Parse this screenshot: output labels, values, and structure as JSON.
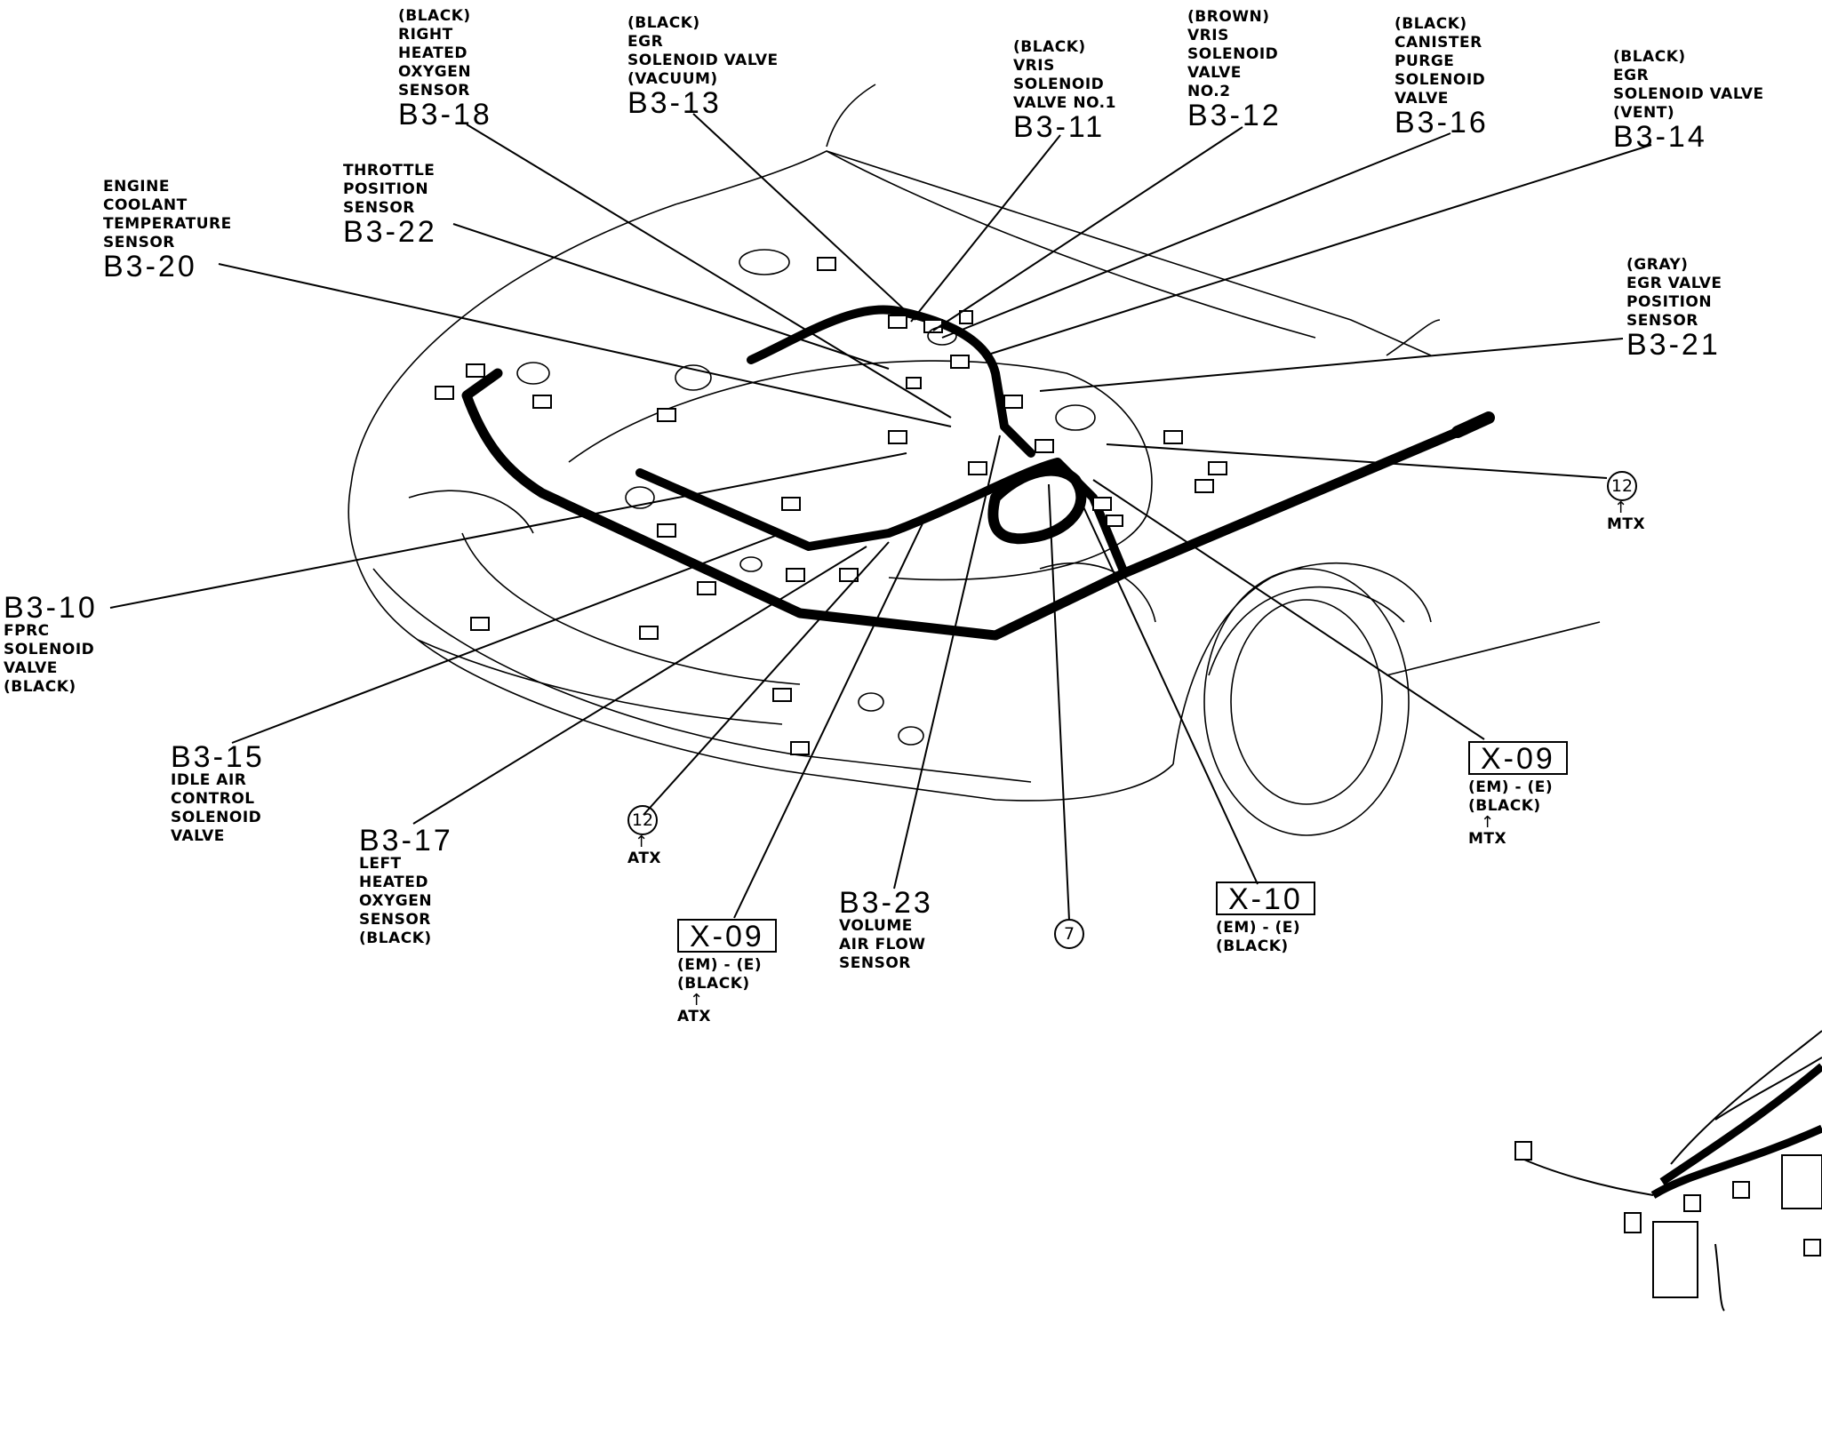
{
  "labels": {
    "b3_18": {
      "desc": [
        "(BLACK)",
        "RIGHT",
        "HEATED",
        "OXYGEN",
        "SENSOR"
      ],
      "code": "B3-18"
    },
    "b3_13": {
      "desc": [
        "(BLACK)",
        "EGR",
        "SOLENOID VALVE",
        "(VACUUM)"
      ],
      "code": "B3-13"
    },
    "b3_11": {
      "desc": [
        "(BLACK)",
        "VRIS",
        "SOLENOID",
        "VALVE NO.1"
      ],
      "code": "B3-11"
    },
    "b3_12": {
      "desc": [
        "(BROWN)",
        "VRIS",
        "SOLENOID",
        "VALVE",
        "NO.2"
      ],
      "code": "B3-12"
    },
    "b3_16": {
      "desc": [
        "(BLACK)",
        "CANISTER",
        "PURGE",
        "SOLENOID",
        "VALVE"
      ],
      "code": "B3-16"
    },
    "b3_14": {
      "desc": [
        "(BLACK)",
        "EGR",
        "SOLENOID VALVE",
        "(VENT)"
      ],
      "code": "B3-14"
    },
    "b3_22": {
      "desc": [
        "THROTTLE",
        "POSITION",
        "SENSOR"
      ],
      "code": "B3-22"
    },
    "b3_20": {
      "desc": [
        "ENGINE",
        "COOLANT",
        "TEMPERATURE",
        "SENSOR"
      ],
      "code": "B3-20"
    },
    "b3_21": {
      "desc": [
        "(GRAY)",
        "EGR VALVE",
        "POSITION",
        "SENSOR"
      ],
      "code": "B3-21"
    },
    "b3_10": {
      "code": "B3-10",
      "desc": [
        "FPRC",
        "SOLENOID",
        "VALVE",
        "(BLACK)"
      ]
    },
    "b3_15": {
      "code": "B3-15",
      "desc": [
        "IDLE AIR",
        "CONTROL",
        "SOLENOID",
        "VALVE"
      ]
    },
    "b3_17": {
      "code": "B3-17",
      "desc": [
        "LEFT",
        "HEATED",
        "OXYGEN",
        "SENSOR",
        "(BLACK)"
      ]
    },
    "b3_23": {
      "code": "B3-23",
      "desc": [
        "VOLUME",
        "AIR FLOW",
        "SENSOR"
      ]
    },
    "x09_atx": {
      "code": "X-09",
      "desc": [
        "(EM) - (E)",
        "(BLACK)"
      ],
      "note": "ATX"
    },
    "x09_mtx": {
      "code": "X-09",
      "desc": [
        "(EM) - (E)",
        "(BLACK)"
      ],
      "note": "MTX"
    },
    "x10": {
      "code": "X-10",
      "desc": [
        "(EM) - (E)",
        "(BLACK)"
      ]
    },
    "c12_mtx": {
      "num": "12",
      "note": "MTX"
    },
    "c12_atx": {
      "num": "12",
      "note": "ATX"
    },
    "c7": {
      "num": "7"
    }
  },
  "arrow_glyph": "↑"
}
